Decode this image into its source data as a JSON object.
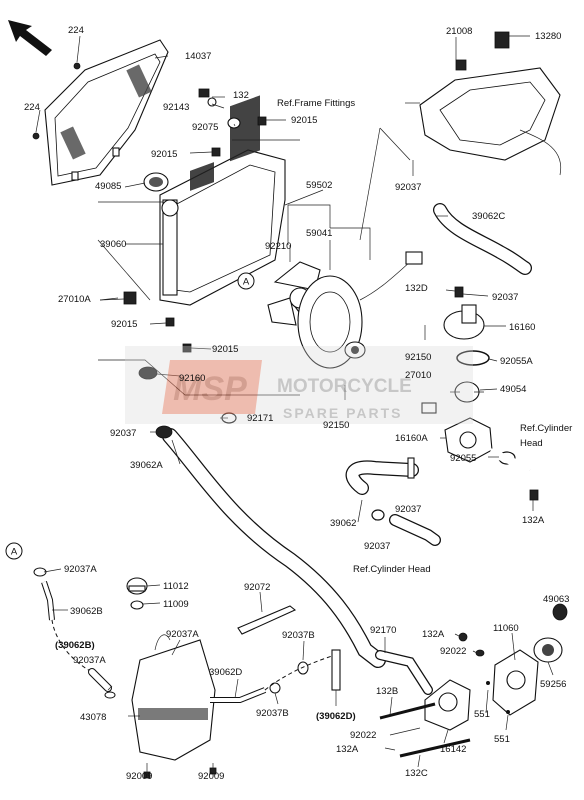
{
  "watermark": {
    "badge": "MSP",
    "line1": "MOTORCYCLE",
    "line2": "SPARE PARTS",
    "badge_color": "#e07a5f",
    "text_color": "#9a9a9a"
  },
  "refs": {
    "frame_fittings": "Ref.Frame Fittings",
    "cyl_head_right_1": "Ref.Cylinder",
    "cyl_head_right_2": "Head",
    "cyl_head_bottom": "Ref.Cylinder Head"
  },
  "callouts": {
    "A_top": "A",
    "A_left": "A"
  },
  "labels": {
    "p224a": "224",
    "p14037": "14037",
    "p224b": "224",
    "p132": "132",
    "p92143": "92143",
    "p92075": "92075",
    "p92015a": "92015",
    "p92015b": "92015",
    "p49085": "49085",
    "p39060": "39060",
    "p27010A": "27010A",
    "p92015c": "92015",
    "p92015d": "92015",
    "p92160": "92160",
    "p92037a": "92037",
    "p92171": "92171",
    "p39062A": "39062A",
    "p21008": "21008",
    "p13280": "13280",
    "p92037b": "92037",
    "p59502": "59502",
    "p59041": "59041",
    "p92210": "92210",
    "p39062C": "39062C",
    "p132D": "132D",
    "p92037c": "92037",
    "p16160": "16160",
    "p92150a": "92150",
    "p92055A": "92055A",
    "p27010": "27010",
    "p49054": "49054",
    "p92150b": "92150",
    "p16160A": "16160A",
    "p92055": "92055",
    "p92037d": "92037",
    "p39062": "39062",
    "p92037e": "92037",
    "p132A": "132A",
    "p92037A_left": "92037A",
    "p39062B": "39062B",
    "p39062B_paren": "(39062B)",
    "p92037A_b": "92037A",
    "p43078": "43078",
    "p92009a": "92009",
    "p92009b": "92009",
    "p11012": "11012",
    "p11009": "11009",
    "p92037A_c": "92037A",
    "p92072": "92072",
    "p92037B_a": "92037B",
    "p39062D": "39062D",
    "p92037B_b": "92037B",
    "p39062D_paren": "(39062D)",
    "p92170": "92170",
    "p132A_b": "132A",
    "p92022a": "92022",
    "p132B": "132B",
    "p92022b": "92022",
    "p132A_c": "132A",
    "p16142": "16142",
    "p132C": "132C",
    "p11060": "11060",
    "p49063": "49063",
    "p59256": "59256",
    "p551a": "551",
    "p551b": "551"
  }
}
